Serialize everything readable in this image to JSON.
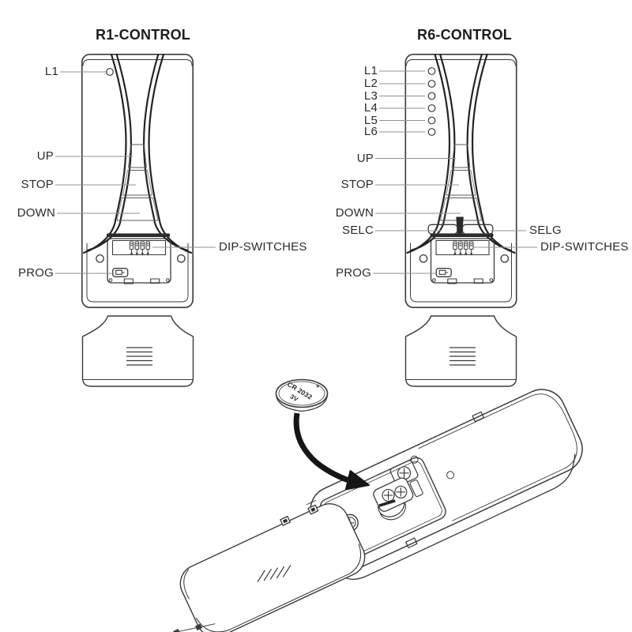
{
  "colors": {
    "ink": "#3a3a3a",
    "dark_band": "#242424",
    "leader_line": "#919191",
    "label_text": "#2b2b2b",
    "title_text": "#1c1c1c",
    "arrow": "#161616",
    "background": "#ffffff"
  },
  "r1": {
    "title": "R1-CONTROL",
    "labels": {
      "l1": "L1",
      "up": "UP",
      "stop": "STOP",
      "down": "DOWN",
      "prog": "PROG",
      "dip": "DIP-SWITCHES"
    }
  },
  "r6": {
    "title": "R6-CONTROL",
    "labels": {
      "l1": "L1",
      "l2": "L2",
      "l3": "L3",
      "l4": "L4",
      "l5": "L5",
      "l6": "L6",
      "up": "UP",
      "stop": "STOP",
      "down": "DOWN",
      "selc": "SELC",
      "selg": "SELG",
      "prog": "PROG",
      "dip": "DIP-SWITCHES"
    }
  },
  "battery": {
    "model": "CR 2032",
    "voltage": "3V",
    "polarity": "+"
  }
}
